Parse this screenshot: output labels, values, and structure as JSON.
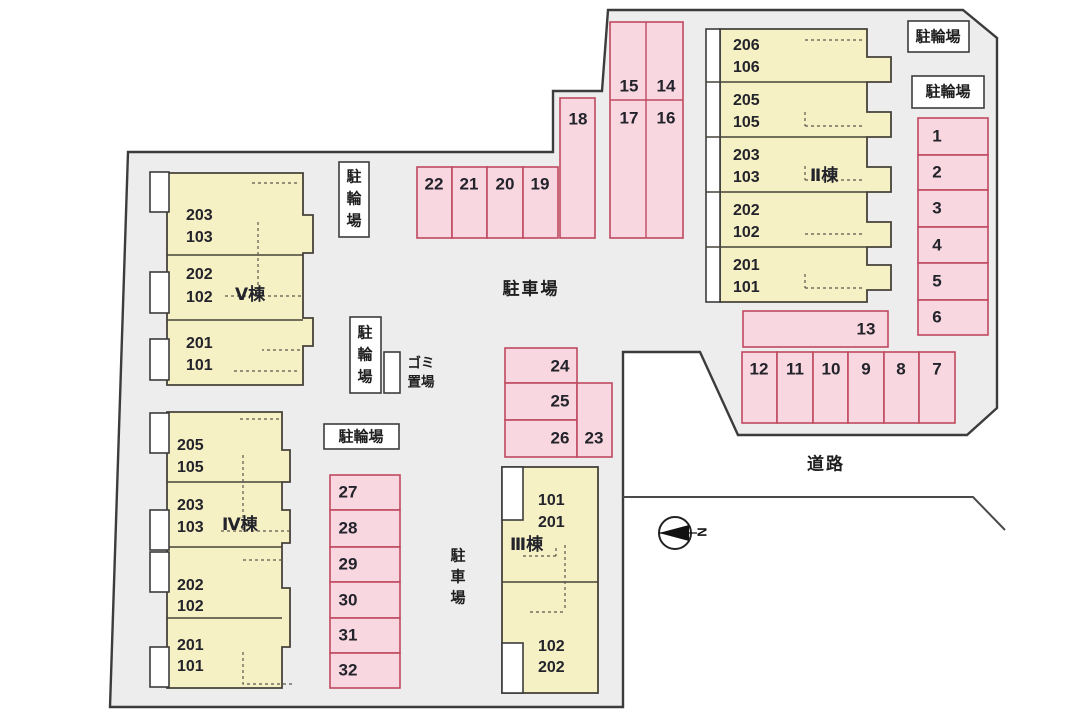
{
  "labels": {
    "parking_lot": "駐車場",
    "parking_lot_vertical": [
      "駐",
      "車",
      "場"
    ],
    "bicycle": "駐輪場",
    "bicycle_vertical": [
      "駐",
      "輪",
      "場"
    ],
    "garbage": [
      "ゴミ",
      "置場"
    ],
    "road": "道路",
    "north": "N"
  },
  "buildings": {
    "b2": {
      "name": "Ⅱ棟",
      "units": [
        [
          "206",
          "106"
        ],
        [
          "205",
          "105"
        ],
        [
          "203",
          "103"
        ],
        [
          "202",
          "102"
        ],
        [
          "201",
          "101"
        ]
      ]
    },
    "b3": {
      "name": "Ⅲ棟",
      "units": [
        [
          "101",
          "201"
        ],
        [
          "102",
          "202"
        ]
      ]
    },
    "b4": {
      "name": "Ⅳ棟",
      "units": [
        [
          "205",
          "105"
        ],
        [
          "203",
          "103"
        ],
        [
          "202",
          "102"
        ],
        [
          "201",
          "101"
        ]
      ]
    },
    "b5": {
      "name": "Ⅴ棟",
      "units": [
        [
          "203",
          "103"
        ],
        [
          "202",
          "102"
        ],
        [
          "201",
          "101"
        ]
      ]
    }
  },
  "parking_numbers": [
    "1",
    "2",
    "3",
    "4",
    "5",
    "6",
    "7",
    "8",
    "9",
    "10",
    "11",
    "12",
    "13",
    "14",
    "15",
    "16",
    "17",
    "18",
    "19",
    "20",
    "21",
    "22",
    "23",
    "24",
    "25",
    "26",
    "27",
    "28",
    "29",
    "30",
    "31",
    "32"
  ],
  "colors": {
    "site_fill": "#ededed",
    "site_outline": "#3c3c3c",
    "building_fill": "#f6f1c4",
    "parking_fill": "#f8d7e0",
    "parking_stroke": "#c04a60"
  }
}
